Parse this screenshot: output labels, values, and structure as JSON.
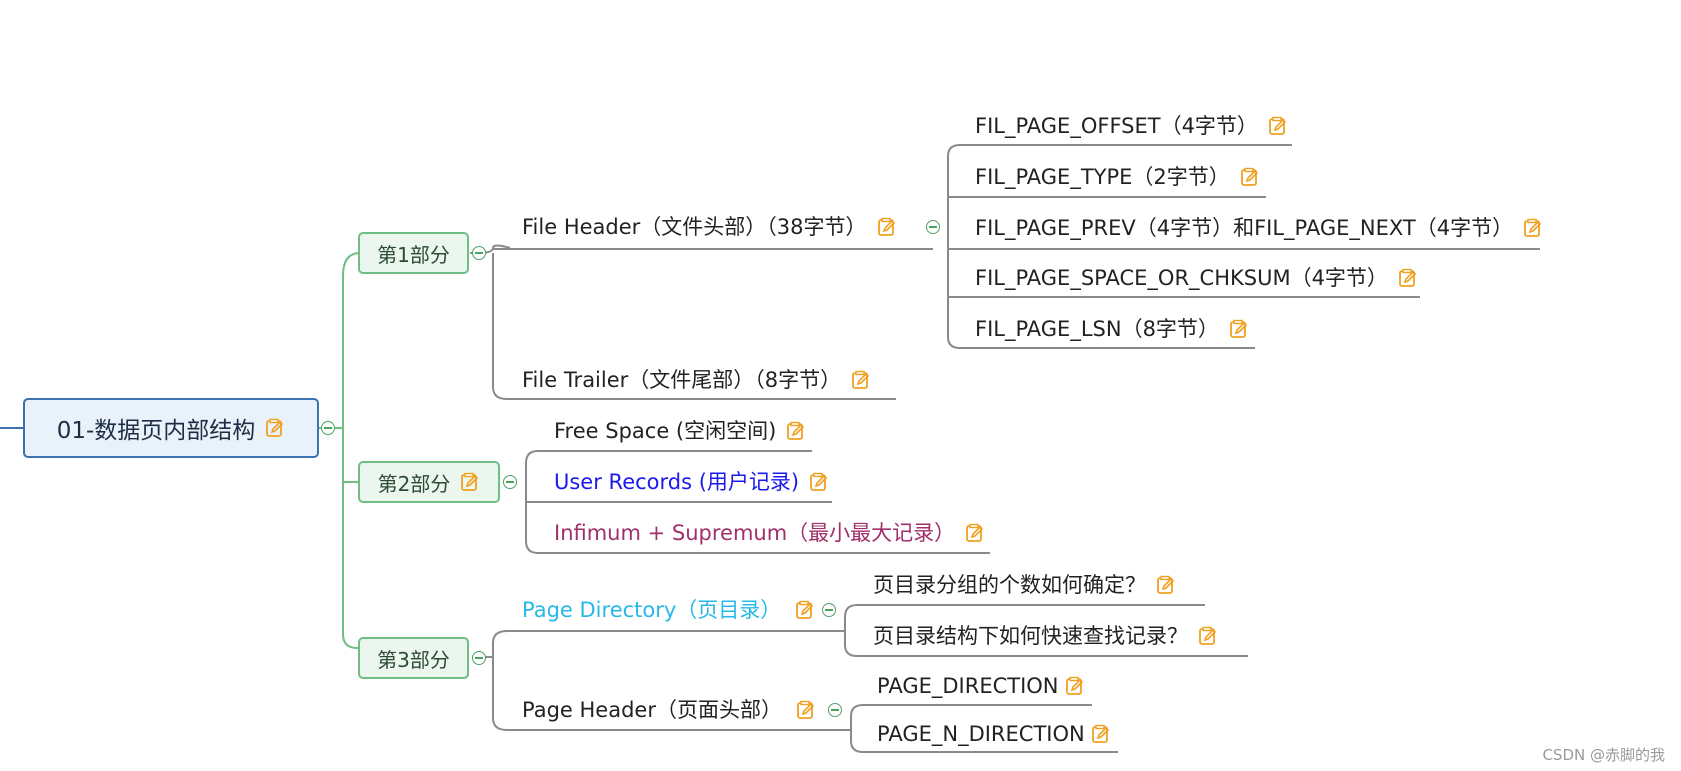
{
  "root": {
    "label": "01-数据页内部结构"
  },
  "sections": {
    "part1": {
      "label": "第1部分",
      "file_header": {
        "label": "File Header（文件头部）（38字节）",
        "children": [
          "FIL_PAGE_OFFSET（4字节）",
          "FIL_PAGE_TYPE（2字节）",
          "FIL_PAGE_PREV（4字节）和FIL_PAGE_NEXT（4字节）",
          "FIL_PAGE_SPACE_OR_CHKSUM（4字节）",
          "FIL_PAGE_LSN（8字节）"
        ]
      },
      "file_trailer": {
        "label": "File Trailer（文件尾部）（8字节）"
      }
    },
    "part2": {
      "label": "第2部分",
      "children": [
        {
          "label": "Free Space (空闲空间)",
          "color": "#222222"
        },
        {
          "label": "User Records (用户记录)",
          "color": "#1a1aee"
        },
        {
          "label": "Infimum + Supremum（最小最大记录）",
          "color": "#a0306a"
        }
      ]
    },
    "part3": {
      "label": "第3部分",
      "page_directory": {
        "label": "Page Directory（页目录）",
        "color": "#27b8e8",
        "children": [
          "页目录分组的个数如何确定？",
          "页目录结构下如何快速查找记录？"
        ]
      },
      "page_header": {
        "label": "Page Header（页面头部）",
        "children": [
          "PAGE_DIRECTION",
          "PAGE_N_DIRECTION"
        ]
      }
    }
  },
  "icons": {
    "note": "note-edit-icon",
    "collapse": "collapse-minus-icon"
  },
  "colors": {
    "root_border": "#3e6fae",
    "level1_border": "#6fbe86",
    "connector_green": "#6fbe86",
    "connector_gray": "#8a8a8a",
    "note_icon": "#f0a020"
  },
  "watermark": "CSDN @赤脚的我"
}
